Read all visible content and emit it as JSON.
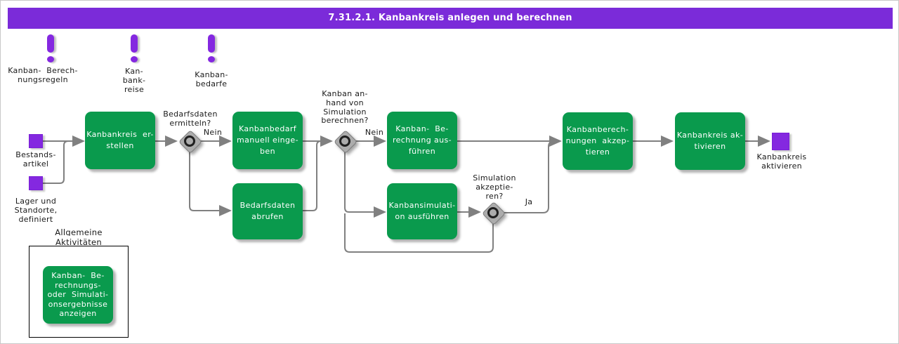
{
  "title": "7.31.2.1. Kanbankreis anlegen und berechnen",
  "colors": {
    "header_purple": "#7B2BD9",
    "event_purple": "#8428E0",
    "task_green": "#0A9A4D",
    "connector_gray": "#808080",
    "gateway_gray": "#ACACAC"
  },
  "input_objects": [
    {
      "label": "Kanban-  Berech-\nnungsregeln"
    },
    {
      "label": "Kan-\nbank-\nreise"
    },
    {
      "label": "Kanban-\nbedarfe"
    }
  ],
  "start_events": [
    {
      "label": "Bestands-\nartikel"
    },
    {
      "label": "Lager und\nStandorte,\ndefiniert"
    }
  ],
  "end_event": {
    "label": "Kanbankreis\naktivieren"
  },
  "tasks": [
    {
      "label": "Kanbankreis  er-\nstellen"
    },
    {
      "label": "Kanbanbedarf\nmanuell einge-\nben"
    },
    {
      "label": "Bedarfsdaten\nabrufen"
    },
    {
      "label": "Kanban-  Be-\nrechnung aus-\nführen"
    },
    {
      "label": "Kanbansimulati-\non ausführen"
    },
    {
      "label": "Kanbanberech-\nnungen  akzep-\ntieren"
    },
    {
      "label": "Kanbankreis ak-\ntivieren"
    },
    {
      "label": "Kanban-  Be-\nrechnungs-\noder  Simulati-\nonsergebnisse\nanzeigen"
    }
  ],
  "gateways": [
    {
      "question": "Bedarfsdaten\nermitteln?"
    },
    {
      "question": "Kanban an-\nhand von\nSimulation\nberechnen?"
    },
    {
      "question": "Simulation\nakzeptie-\nren?"
    }
  ],
  "edge_labels": [
    {
      "text": "Nein"
    },
    {
      "text": "Nein"
    },
    {
      "text": "Ja"
    }
  ],
  "general_section": {
    "title_line1": "Allgemeine",
    "title_line2": "Aktivitäten"
  }
}
